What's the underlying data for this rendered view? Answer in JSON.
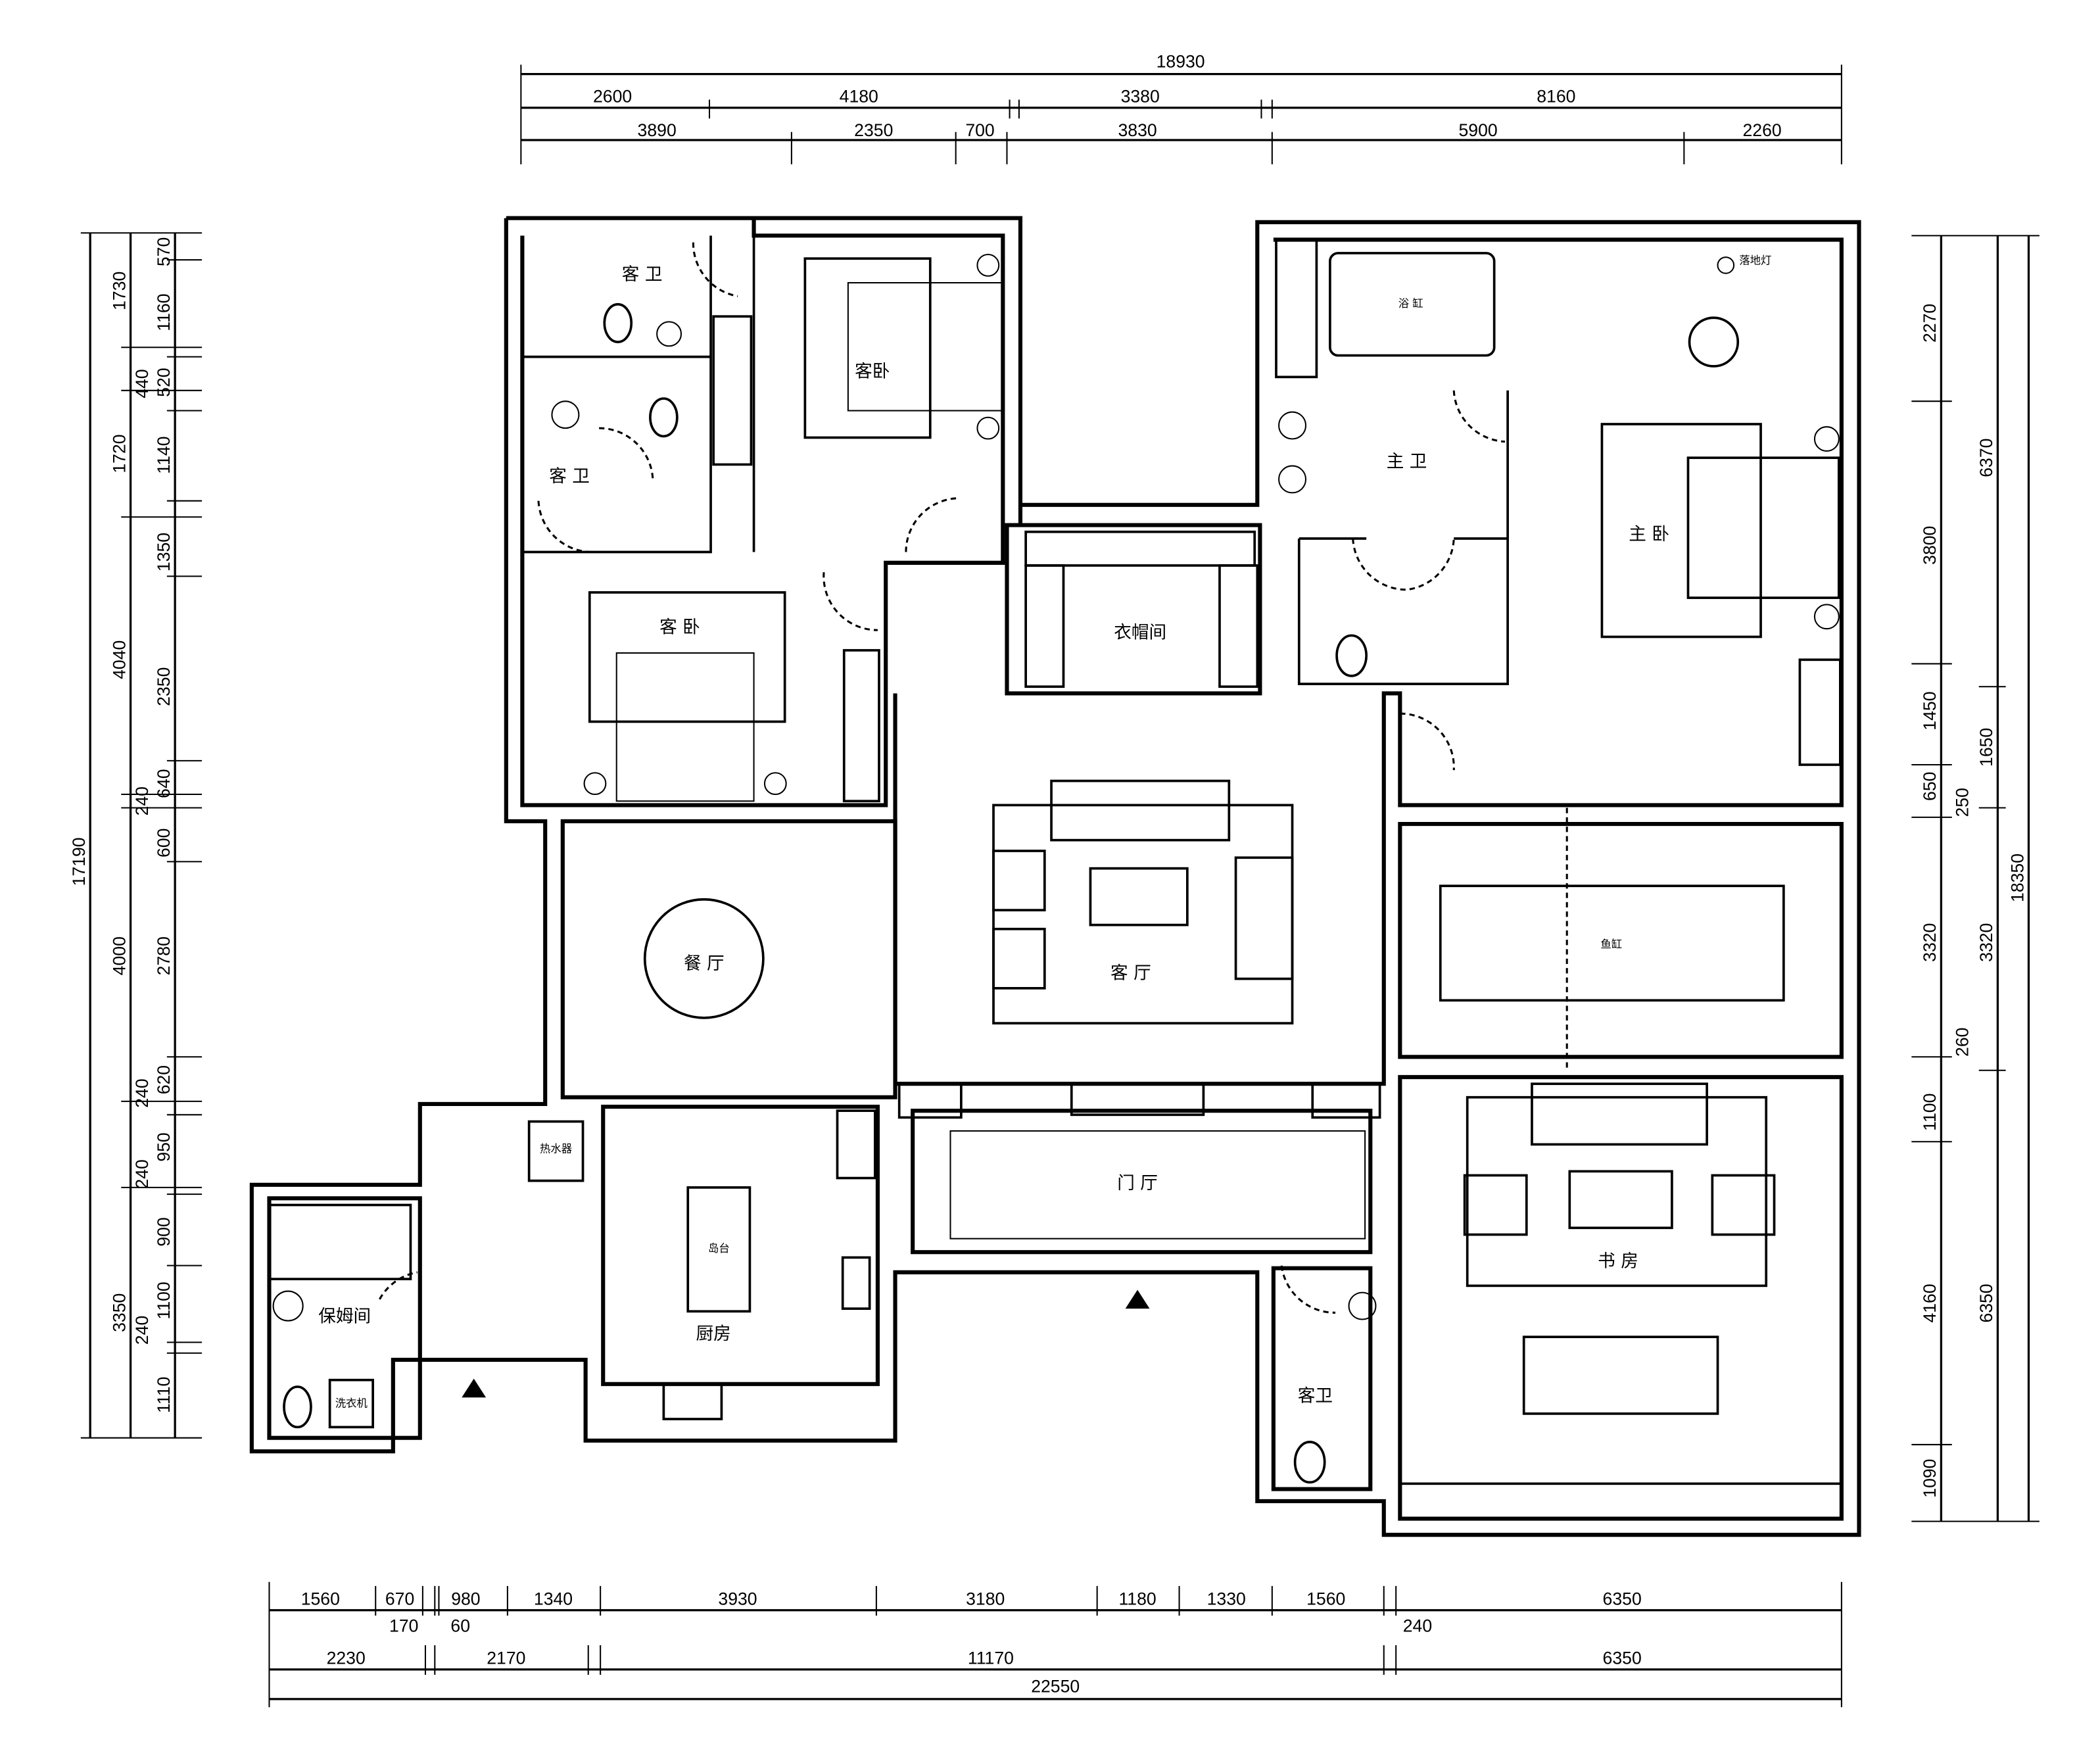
{
  "rooms": {
    "guest_bath_1": "客 卫",
    "guest_bath_2": "客 卫",
    "guest_bedroom_1": "客卧",
    "guest_bedroom_2": "客 卧",
    "walk_in_closet": "衣帽间",
    "master_bath": "主 卫",
    "bathtub": "浴 缸",
    "floor_lamp": "落地灯",
    "master_bedroom": "主 卧",
    "dining": "餐 厅",
    "living": "客 厅",
    "fish_tank": "鱼缸",
    "foyer": "门 厅",
    "study": "书 房",
    "kitchen": "厨房",
    "island": "岛台",
    "water_heater": "热水器",
    "nanny_room": "保姆间",
    "washer": "洗衣机",
    "guest_bath_3": "客卫"
  },
  "dims": {
    "top": {
      "total": "18930",
      "row2": [
        "2600",
        "4180",
        "3380",
        "8160"
      ],
      "row3": [
        "3890",
        "2350",
        "700",
        "3830",
        "5900",
        "2260"
      ]
    },
    "left": {
      "total": "17190",
      "outer": [
        "1730",
        "1720",
        "4040",
        "4000",
        "3350"
      ],
      "walls": [
        "440",
        "240",
        "240",
        "240",
        "240"
      ],
      "inner": [
        "570",
        "1160",
        "520",
        "1140",
        "1350",
        "2350",
        "640",
        "600",
        "2780",
        "620",
        "950",
        "900",
        "1100",
        "1110"
      ]
    },
    "right": {
      "inner": [
        "2270",
        "3800",
        "1450",
        "650",
        "3320",
        "1100",
        "4160",
        "1090"
      ],
      "walls": [
        "250",
        "260"
      ],
      "outer": [
        "6370",
        "1650",
        "3320",
        "6350"
      ],
      "total": "18350"
    },
    "bottom": {
      "row1": [
        "1560",
        "670",
        "980",
        "1340",
        "3930",
        "3180",
        "1180",
        "1330",
        "1560",
        "6350"
      ],
      "walls": [
        "170",
        "60",
        "240"
      ],
      "row2": [
        "2230",
        "2170",
        "11170",
        "6350"
      ],
      "total": "22550"
    }
  }
}
